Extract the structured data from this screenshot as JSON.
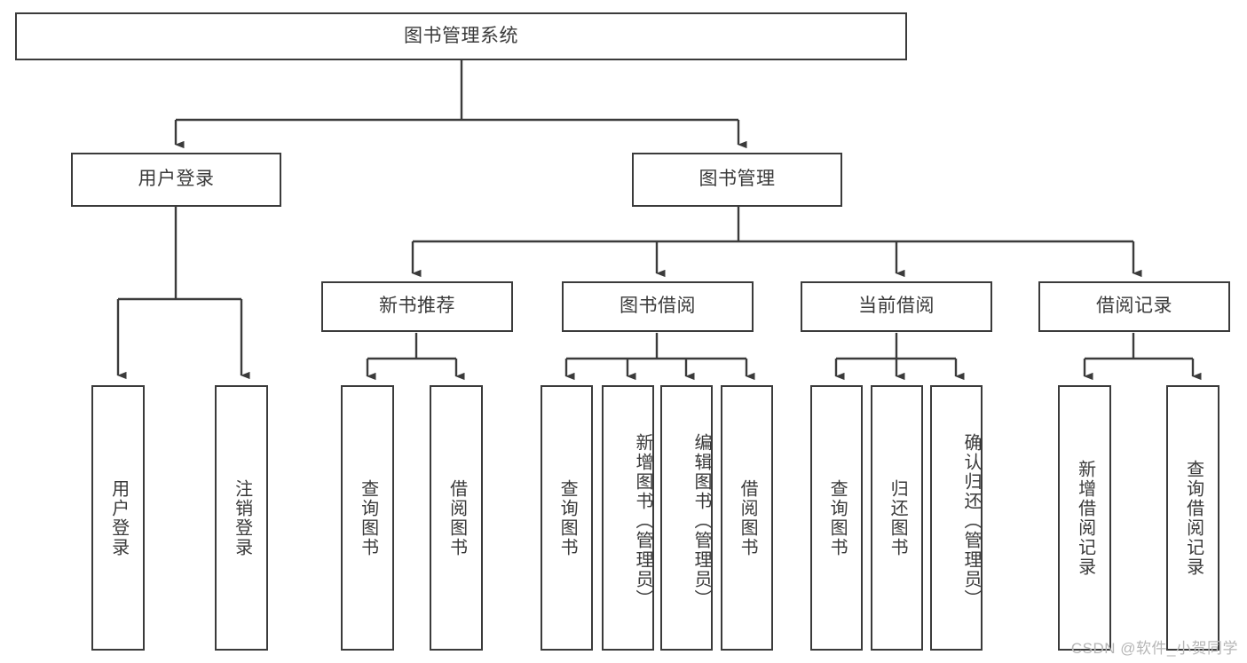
{
  "diagram": {
    "type": "tree",
    "title": "图书管理系统",
    "orientation": "top-down",
    "colors": {
      "background": "#ffffff",
      "node_border": "#3b3b3b",
      "node_fill": "#ffffff",
      "text": "#3a3a3a",
      "edge": "#3b3b3b",
      "watermark": "#b6b6b6"
    },
    "root": {
      "label": "图书管理系统"
    },
    "level2": [
      {
        "label": "用户登录"
      },
      {
        "label": "图书管理"
      }
    ],
    "level3": [
      {
        "label": "新书推荐"
      },
      {
        "label": "图书借阅"
      },
      {
        "label": "当前借阅"
      },
      {
        "label": "借阅记录"
      }
    ],
    "leaves": {
      "user_login": [
        {
          "label": "用户登录"
        },
        {
          "label": "注销登录"
        }
      ],
      "new_book_recommend": [
        {
          "label": "查询图书"
        },
        {
          "label": "借阅图书"
        }
      ],
      "book_borrow": [
        {
          "label": "查询图书"
        },
        {
          "label": "新增图书（管理员）"
        },
        {
          "label": "编辑图书（管理员）"
        },
        {
          "label": "借阅图书"
        }
      ],
      "current_borrow": [
        {
          "label": "查询图书"
        },
        {
          "label": "归还图书"
        },
        {
          "label": "确认归还（管理员）"
        }
      ],
      "borrow_record": [
        {
          "label": "新增借阅记录"
        },
        {
          "label": "查询借阅记录"
        }
      ]
    }
  },
  "watermark": {
    "text": "CSDN @软件_小贺同学"
  }
}
